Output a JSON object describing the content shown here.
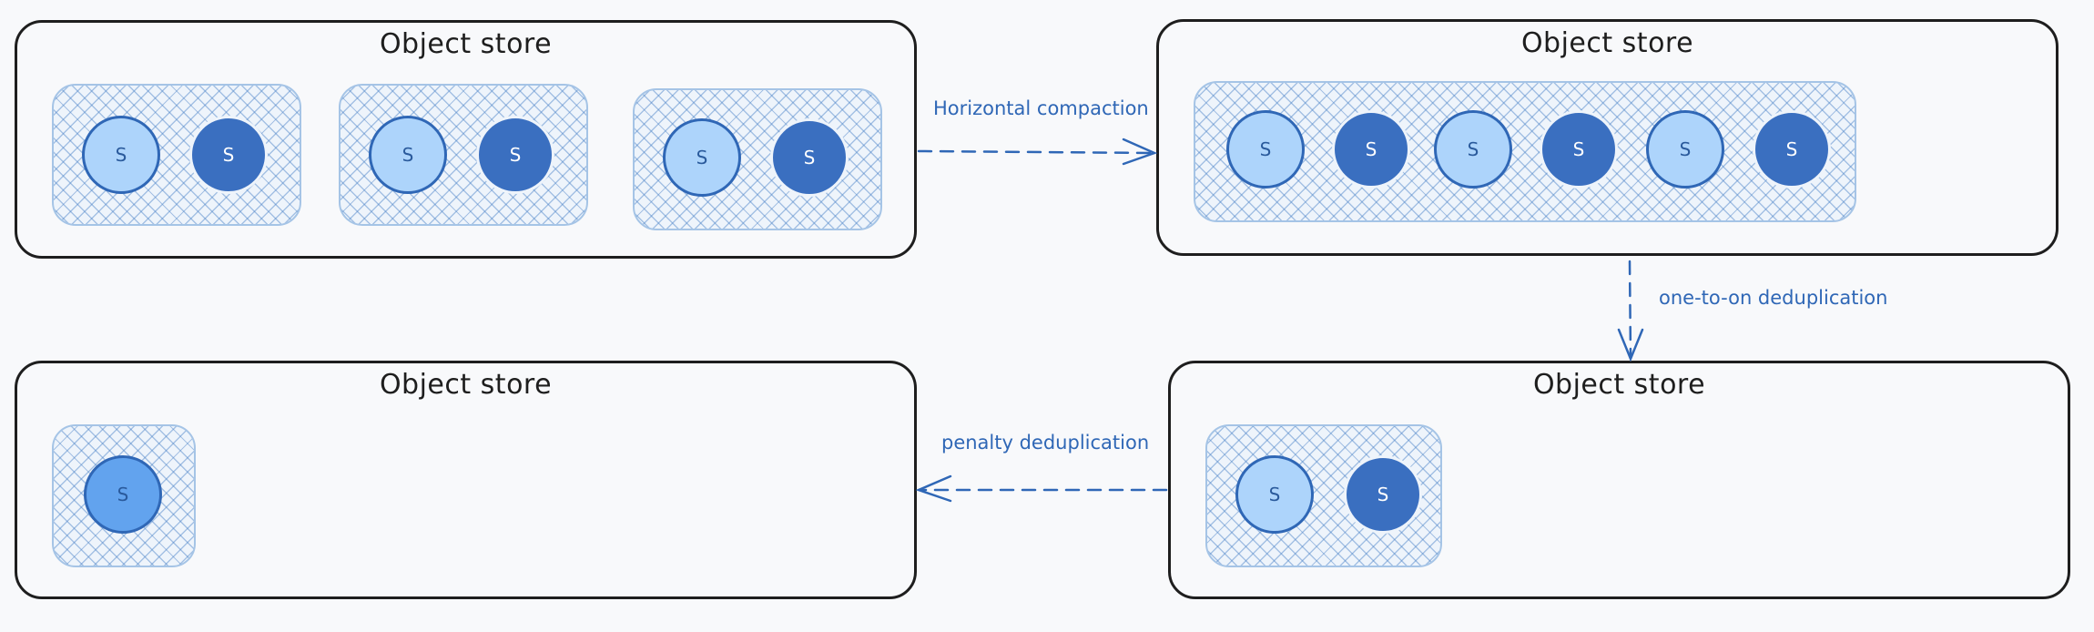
{
  "stores": [
    {
      "id": "top-left",
      "title": "Object store",
      "groups": [
        [
          "light",
          "dark"
        ],
        [
          "light",
          "dark"
        ],
        [
          "light",
          "dark"
        ]
      ]
    },
    {
      "id": "top-right",
      "title": "Object store",
      "groups": [
        [
          "light",
          "dark",
          "light",
          "dark",
          "light",
          "dark"
        ]
      ]
    },
    {
      "id": "bottom-right",
      "title": "Object store",
      "groups": [
        [
          "light",
          "dark"
        ]
      ]
    },
    {
      "id": "bottom-left",
      "title": "Object store",
      "groups": [
        [
          "mid"
        ]
      ]
    }
  ],
  "segment_label": "S",
  "edges": [
    {
      "from": "top-left",
      "to": "top-right",
      "label": "Horizontal compaction"
    },
    {
      "from": "top-right",
      "to": "bottom-right",
      "label": "one-to-on deduplication"
    },
    {
      "from": "bottom-right",
      "to": "bottom-left",
      "label": "penalty deduplication"
    }
  ],
  "colors": {
    "stroke": "#1e1e1e",
    "accent": "#2f67b6",
    "segment_light": "#add4fb",
    "segment_dark": "#3a6fc0",
    "segment_mid": "#62a3ee"
  }
}
